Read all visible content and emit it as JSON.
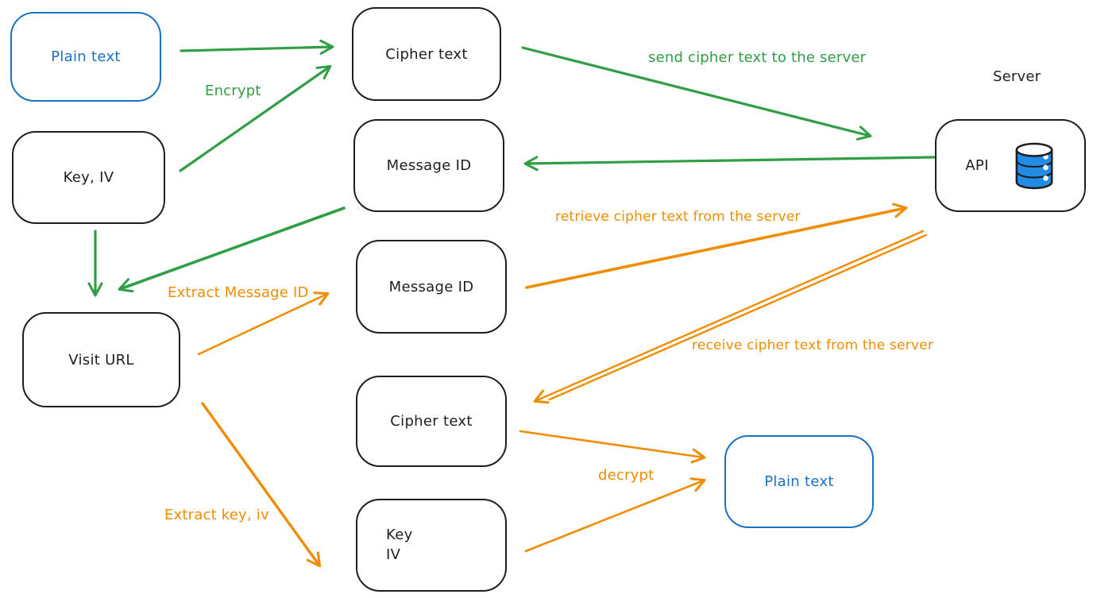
{
  "colors": {
    "green": "#2f9e44",
    "orange": "#f08c00",
    "blue": "#1971c2",
    "ink": "#1e1e1e",
    "database_blue": "#228be6"
  },
  "nodes": {
    "plain_text_top": "Plain text",
    "key_iv_top": "Key, IV",
    "cipher_text_top": "Cipher text",
    "message_id_1": "Message ID",
    "message_id_2": "Message ID",
    "visit_url": "Visit URL",
    "cipher_text_2": "Cipher text",
    "key_iv_2": {
      "line1": "Key",
      "line2": "IV"
    },
    "api": "API",
    "plain_text_2": "Plain text"
  },
  "labels": {
    "server": "Server",
    "encrypt": "Encrypt",
    "send": "send cipher text to the server",
    "retrieve": "retrieve cipher text from the server",
    "extract_message_id": "Extract Message ID",
    "receive": "receive cipher text from the server",
    "extract_key_iv": "Extract key, iv",
    "decrypt": "decrypt"
  },
  "icons": {
    "database": "database-icon"
  },
  "edges": [
    {
      "from": "Plain text",
      "to": "Cipher text",
      "label": "Encrypt",
      "color": "green"
    },
    {
      "from": "Key, IV",
      "to": "Cipher text",
      "label": "Encrypt",
      "color": "green"
    },
    {
      "from": "Cipher text",
      "to": "API",
      "label": "send cipher text to the server",
      "color": "green"
    },
    {
      "from": "API",
      "to": "Message ID",
      "label": "",
      "color": "green"
    },
    {
      "from": "Message ID",
      "to": "Visit URL",
      "label": "",
      "color": "green"
    },
    {
      "from": "Key, IV",
      "to": "Visit URL",
      "label": "",
      "color": "green"
    },
    {
      "from": "Visit URL",
      "to": "Message ID",
      "label": "Extract Message ID",
      "color": "orange"
    },
    {
      "from": "Message ID",
      "to": "API",
      "label": "retrieve cipher text from the server",
      "color": "orange"
    },
    {
      "from": "API",
      "to": "Cipher text",
      "label": "receive cipher text from the server",
      "color": "orange"
    },
    {
      "from": "Visit URL",
      "to": "Key IV",
      "label": "Extract key, iv",
      "color": "orange"
    },
    {
      "from": "Cipher text",
      "to": "Plain text",
      "label": "decrypt",
      "color": "orange"
    },
    {
      "from": "Key IV",
      "to": "Plain text",
      "label": "decrypt",
      "color": "orange"
    }
  ]
}
